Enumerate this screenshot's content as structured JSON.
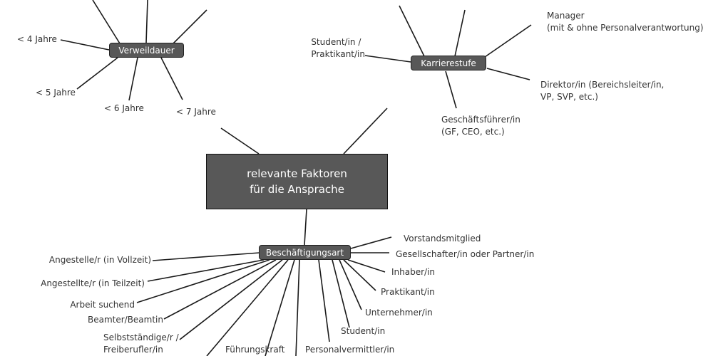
{
  "center": {
    "label": "relevante Faktoren\nfür die Ansprache"
  },
  "verweildauer": {
    "label": "Verweildauer",
    "items": [
      "< 4 Jahre",
      "< 5 Jahre",
      "< 6 Jahre",
      "< 7 Jahre"
    ]
  },
  "karrierestufe": {
    "label": "Karrierestufe",
    "items": [
      "Student/in /\nPraktikant/in",
      "Manager\n(mit & ohne Personalverantwortung)",
      "Direktor/in (Bereichsleiter/in,\nVP, SVP, etc.)",
      "Geschäftsführer/in\n(GF, CEO, etc.)"
    ]
  },
  "beschaeftigungsart": {
    "label": "Beschäftigungsart",
    "left_items": [
      "Angestelle/r (in Vollzeit)",
      "Angestellte/r (in Teilzeit)",
      "Arbeit suchend",
      "Beamter/Beamtin",
      "Selbstständige/r /\nFreiberufler/in",
      "Führungskraft"
    ],
    "right_items": [
      "Vorstandsmitglied",
      "Gesellschafter/in oder Partner/in",
      "Inhaber/in",
      "Praktikant/in",
      "Unternehmer/in",
      "Student/in",
      "Personalvermittler/in"
    ]
  }
}
